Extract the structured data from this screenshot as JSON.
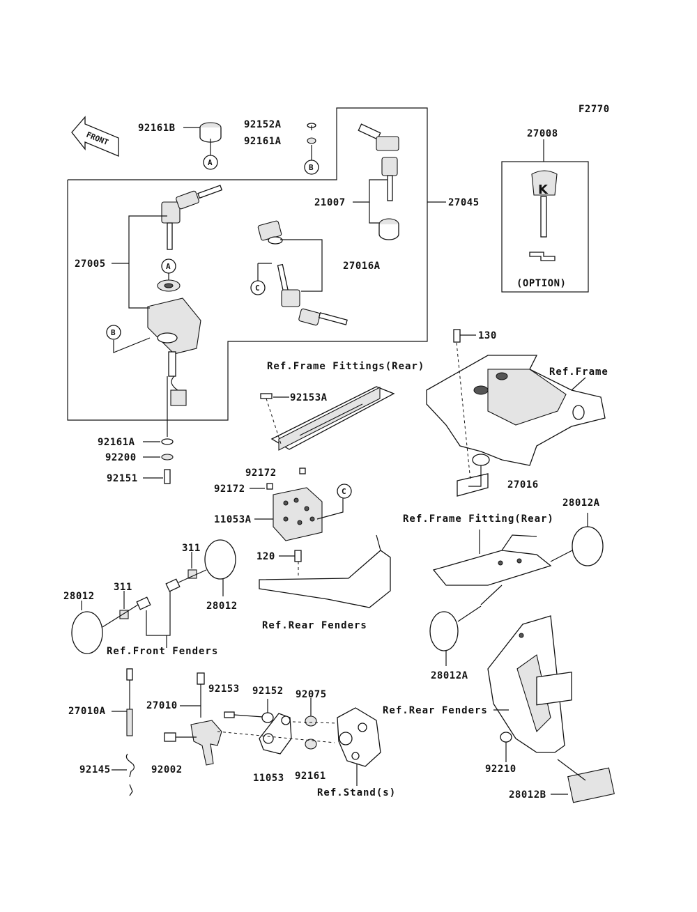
{
  "figure_code": "F2770",
  "front_arrow_text": "FRONT",
  "option_label": "(OPTION)",
  "callouts": {
    "a": "A",
    "b": "B",
    "c": "C"
  },
  "parts": {
    "p92161B": "92161B",
    "p92152A": "92152A",
    "p92161A_top": "92161A",
    "p21007": "21007",
    "p27045": "27045",
    "p27008": "27008",
    "p27005": "27005",
    "p27016A": "27016A",
    "p92161A_low": "92161A",
    "p92200": "92200",
    "p92151": "92151",
    "p130": "130",
    "p92153A": "92153A",
    "p92172_a": "92172",
    "p92172_b": "92172",
    "p11053A": "11053A",
    "p120": "120",
    "p27016": "27016",
    "p28012A_top": "28012A",
    "p311_a": "311",
    "p311_b": "311",
    "p28012_right": "28012",
    "p28012_left": "28012",
    "p28012A_bottom": "28012A",
    "p27010A": "27010A",
    "p27010": "27010",
    "p92153": "92153",
    "p92152": "92152",
    "p92075": "92075",
    "p92145": "92145",
    "p92002": "92002",
    "p11053": "11053",
    "p92161": "92161",
    "p92210": "92210",
    "p28012B": "28012B"
  },
  "refs": {
    "frame_fittings_rear": "Ref.Frame Fittings(Rear)",
    "frame": "Ref.Frame",
    "frame_fitting_rear": "Ref.Frame Fitting(Rear)",
    "rear_fenders_1": "Ref.Rear Fenders",
    "front_fenders": "Ref.Front Fenders",
    "rear_fenders_2": "Ref.Rear Fenders",
    "stands": "Ref.Stand(s)"
  }
}
